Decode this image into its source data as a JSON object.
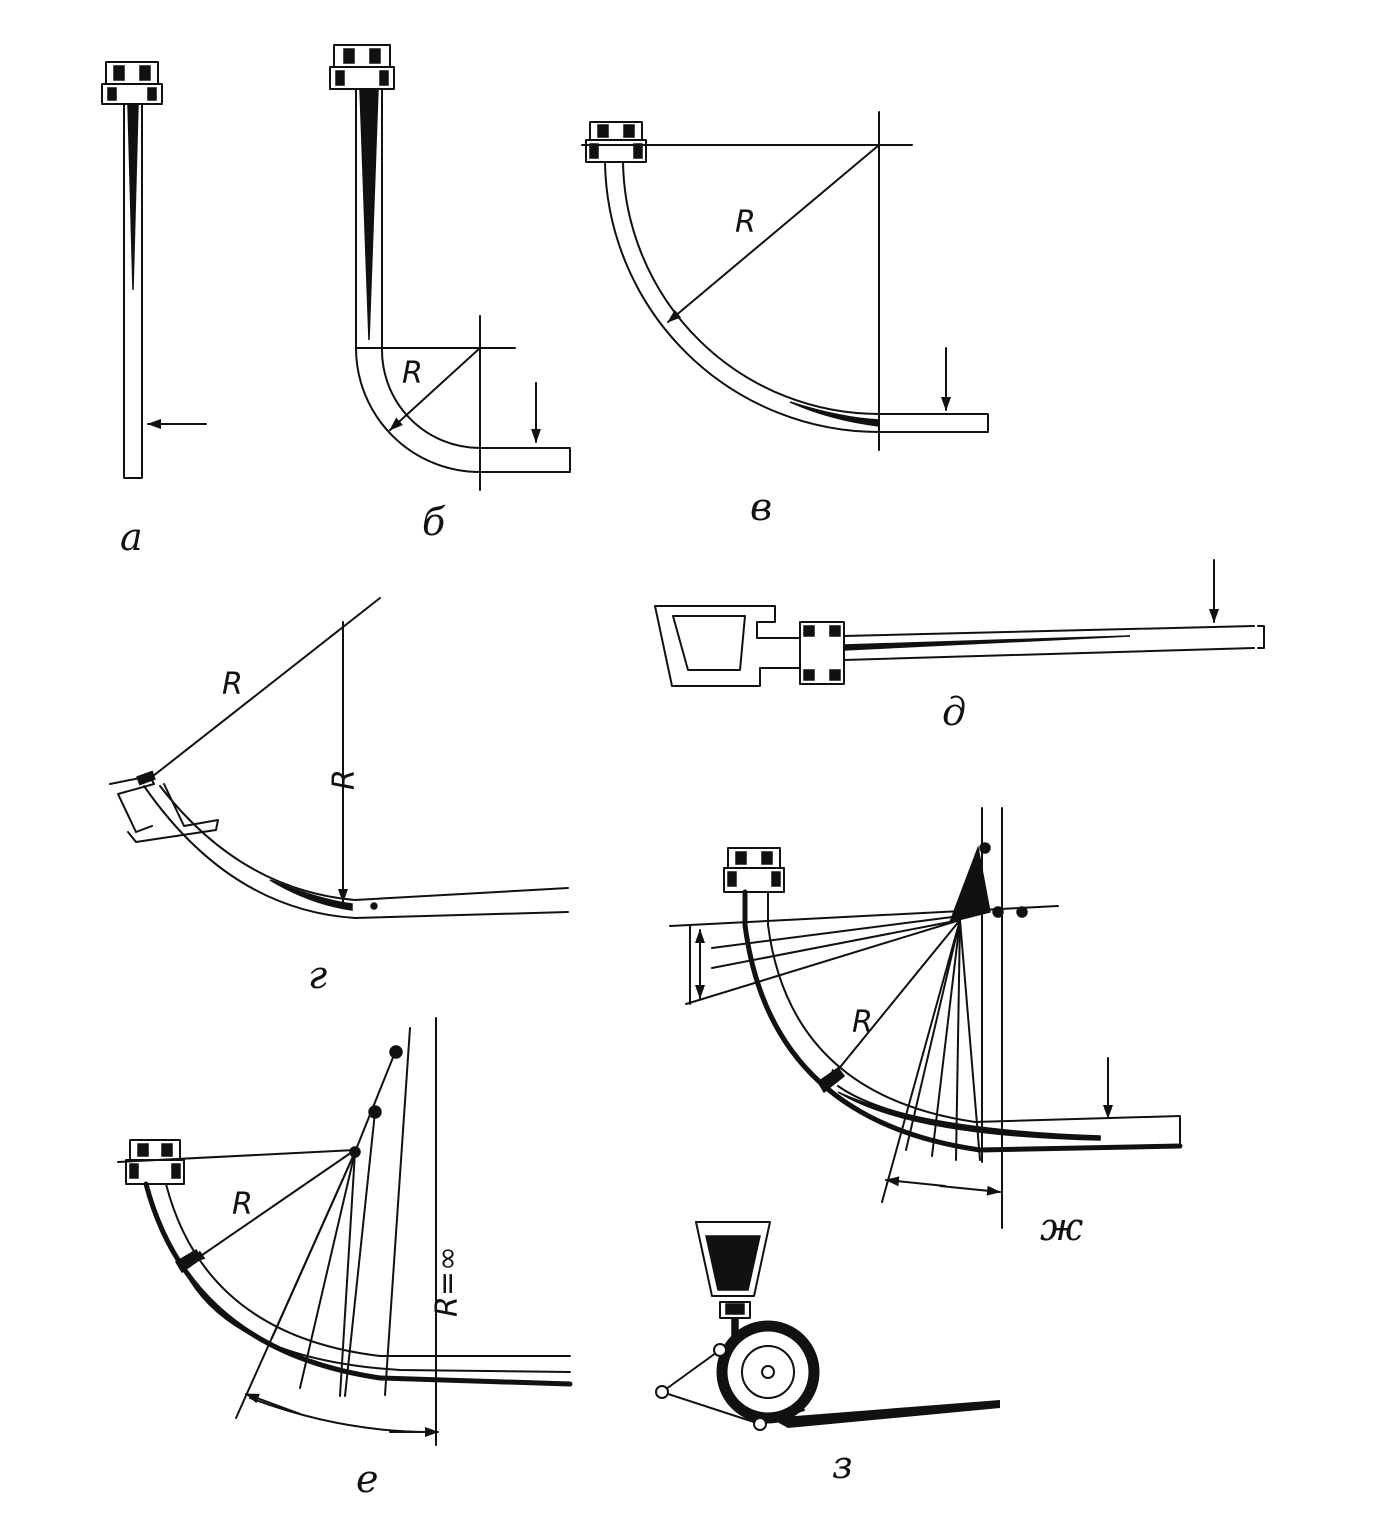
{
  "panels": [
    {
      "id": "a",
      "label": "а"
    },
    {
      "id": "b",
      "label": "б",
      "radius_label": "R"
    },
    {
      "id": "v",
      "label": "в",
      "radius_label": "R"
    },
    {
      "id": "g",
      "label": "г",
      "radius_labels": [
        "R",
        "R"
      ]
    },
    {
      "id": "d",
      "label": "д"
    },
    {
      "id": "zh",
      "label": "ж",
      "radius_label": "R"
    },
    {
      "id": "e",
      "label": "е",
      "radius_label": "R",
      "infinite_radius_label": "R=∞"
    },
    {
      "id": "z",
      "label": "з"
    }
  ]
}
